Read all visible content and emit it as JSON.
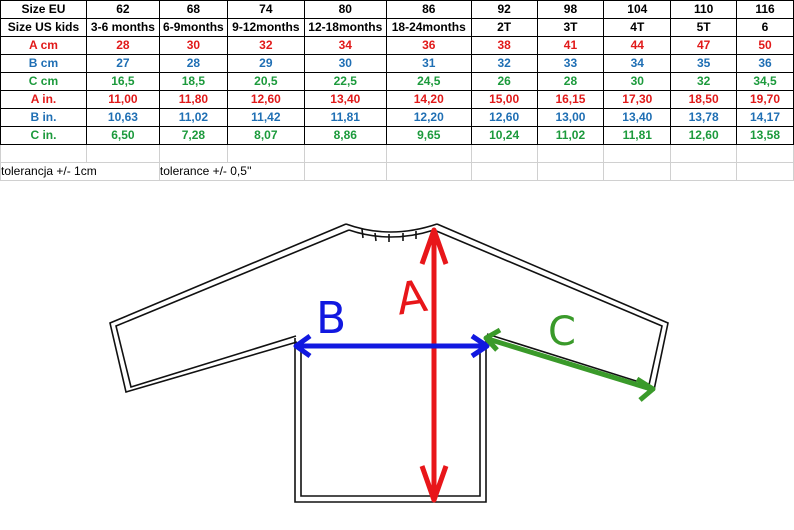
{
  "table": {
    "rows": [
      {
        "label": "Size EU",
        "cells": [
          "62",
          "68",
          "74",
          "80",
          "86",
          "92",
          "98",
          "104",
          "110",
          "116"
        ],
        "kind": "head"
      },
      {
        "label": "Size US kids",
        "cells": [
          "3-6 months",
          "6-9months",
          "9-12months",
          "12-18months",
          "18-24months",
          "2T",
          "3T",
          "4T",
          "5T",
          "6"
        ],
        "kind": "head"
      },
      {
        "label": "A  cm",
        "cells": [
          "28",
          "30",
          "32",
          "34",
          "36",
          "38",
          "41",
          "44",
          "47",
          "50"
        ],
        "kind": "a"
      },
      {
        "label": "B  cm",
        "cells": [
          "27",
          "28",
          "29",
          "30",
          "31",
          "32",
          "33",
          "34",
          "35",
          "36"
        ],
        "kind": "b"
      },
      {
        "label": "C  cm",
        "cells": [
          "16,5",
          "18,5",
          "20,5",
          "22,5",
          "24,5",
          "26",
          "28",
          "30",
          "32",
          "34,5"
        ],
        "kind": "c"
      },
      {
        "label": "A  in.",
        "cells": [
          "11,00",
          "11,80",
          "12,60",
          "13,40",
          "14,20",
          "15,00",
          "16,15",
          "17,30",
          "18,50",
          "19,70"
        ],
        "kind": "a"
      },
      {
        "label": "B  in.",
        "cells": [
          "10,63",
          "11,02",
          "11,42",
          "11,81",
          "12,20",
          "12,60",
          "13,00",
          "13,40",
          "13,78",
          "14,17"
        ],
        "kind": "b"
      },
      {
        "label": "C  in.",
        "cells": [
          "6,50",
          "7,28",
          "8,07",
          "8,86",
          "9,65",
          "10,24",
          "11,02",
          "11,81",
          "12,60",
          "13,58"
        ],
        "kind": "c"
      }
    ],
    "tolerance_cm": "tolerancja +/- 1cm",
    "tolerance_in": "tolerance +/- 0,5''"
  },
  "diagram": {
    "label_a": "A",
    "label_b": "B",
    "label_c": "C",
    "colors": {
      "a": "#e8161a",
      "b": "#1118e0",
      "c": "#3a9a2a",
      "outline": "#111111"
    }
  }
}
